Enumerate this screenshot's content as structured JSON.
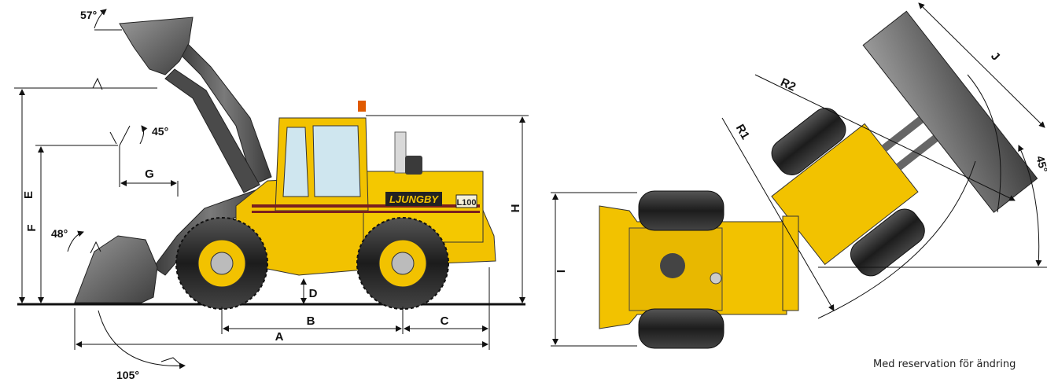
{
  "brand": {
    "name": "LJUNGBY",
    "model": "L100"
  },
  "side_view": {
    "dimensions": [
      "A",
      "B",
      "C",
      "D",
      "E",
      "F",
      "G",
      "H"
    ],
    "angles": {
      "top_bucket_tilt": "57°",
      "raised_arm_tilt": "45°",
      "ground_bucket_tilt": "48°",
      "dump_angle": "105°"
    }
  },
  "top_view": {
    "dimensions": [
      "I",
      "J",
      "R1",
      "R2"
    ],
    "articulation_angle": "45°"
  },
  "colors": {
    "body": "#F2C200",
    "tire": "#2a2a2a",
    "bucket": "#6d6d6d",
    "line": "#111111"
  },
  "footer_note": "Med reservation för ändring"
}
